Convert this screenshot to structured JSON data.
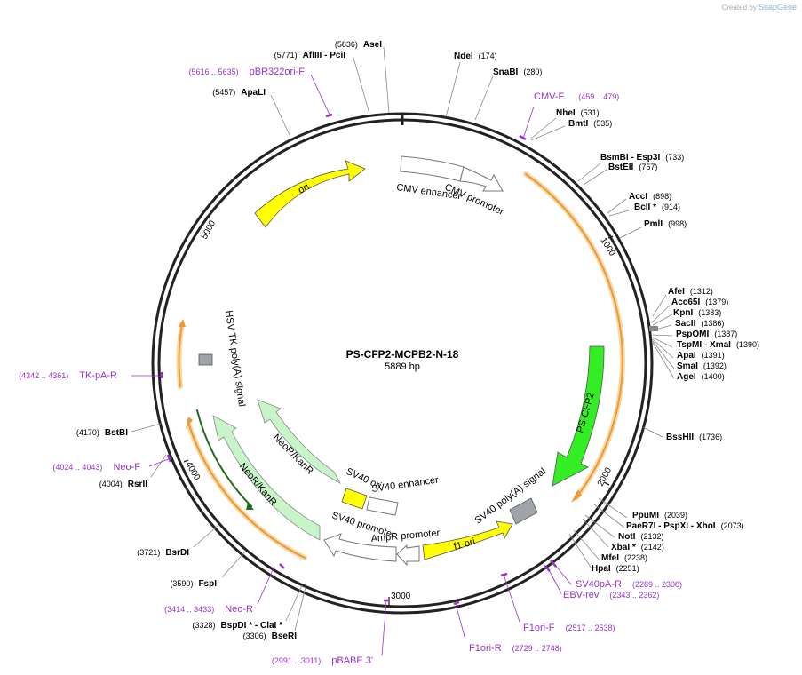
{
  "watermark": {
    "prefix": "Created by",
    "brand": "SnapGene"
  },
  "plasmid": {
    "name": "PS-CFP2-MCPB2-N-18",
    "length_label": "5889 bp",
    "length": 5889
  },
  "ticks": [
    {
      "pos": 1000,
      "label": "1000"
    },
    {
      "pos": 2000,
      "label": "2000"
    },
    {
      "pos": 3000,
      "label": "3000"
    },
    {
      "pos": 4000,
      "label": "4000"
    },
    {
      "pos": 5000,
      "label": "5000"
    }
  ],
  "enzymes": [
    {
      "name": "NdeI",
      "pos": "(174)"
    },
    {
      "name": "SnaBI",
      "pos": "(280)"
    },
    {
      "name": "NheI",
      "pos": "(531)"
    },
    {
      "name": "BmtI",
      "pos": "(535)"
    },
    {
      "name": "BsmBI - Esp3I",
      "pos": "(733)"
    },
    {
      "name": "BstEII",
      "pos": "(757)"
    },
    {
      "name": "AccI",
      "pos": "(898)"
    },
    {
      "name": "BclI *",
      "pos": "(914)"
    },
    {
      "name": "PmlI",
      "pos": "(998)"
    },
    {
      "name": "AfeI",
      "pos": "(1312)"
    },
    {
      "name": "Acc65I",
      "pos": "(1379)"
    },
    {
      "name": "KpnI",
      "pos": "(1383)"
    },
    {
      "name": "SacII",
      "pos": "(1386)"
    },
    {
      "name": "PspOMI",
      "pos": "(1387)"
    },
    {
      "name": "TspMI - XmaI",
      "pos": "(1390)"
    },
    {
      "name": "ApaI",
      "pos": "(1391)"
    },
    {
      "name": "SmaI",
      "pos": "(1392)"
    },
    {
      "name": "AgeI",
      "pos": "(1400)"
    },
    {
      "name": "BssHII",
      "pos": "(1736)"
    },
    {
      "name": "PpuMI",
      "pos": "(2039)"
    },
    {
      "name": "PaeR7I - PspXI - XhoI",
      "pos": "(2073)"
    },
    {
      "name": "NotI",
      "pos": "(2132)"
    },
    {
      "name": "XbaI *",
      "pos": "(2142)"
    },
    {
      "name": "MfeI",
      "pos": "(2238)"
    },
    {
      "name": "HpaI",
      "pos": "(2251)"
    },
    {
      "name": "BseRI",
      "pos": "(3306)"
    },
    {
      "name": "BspDI * - ClaI *",
      "pos": "(3328)"
    },
    {
      "name": "FspI",
      "pos": "(3590)"
    },
    {
      "name": "BsrDI",
      "pos": "(3721)"
    },
    {
      "name": "RsrII",
      "pos": "(4004)"
    },
    {
      "name": "BstBI",
      "pos": "(4170)"
    },
    {
      "name": "ApaLI",
      "pos": "(5457)"
    },
    {
      "name": "AflIII - PciI",
      "pos": "(5771)"
    },
    {
      "name": "AseI",
      "pos": "(5836)"
    }
  ],
  "primers": [
    {
      "name": "CMV-F",
      "range": "(459 .. 479)"
    },
    {
      "name": "SV40pA-R",
      "range": "(2289 .. 2308)"
    },
    {
      "name": "EBV-rev",
      "range": "(2343 .. 2362)"
    },
    {
      "name": "F1ori-F",
      "range": "(2517 .. 2538)"
    },
    {
      "name": "F1ori-R",
      "range": "(2729 .. 2748)"
    },
    {
      "name": "pBABE 3'",
      "range": "(2991 .. 3011)"
    },
    {
      "name": "Neo-R",
      "range": "(3414 .. 3433)"
    },
    {
      "name": "Neo-F",
      "range": "(4024 .. 4043)"
    },
    {
      "name": "TK-pA-R",
      "range": "(4342 .. 4361)"
    },
    {
      "name": "pBR322ori-F",
      "range": "(5616 .. 5635)"
    }
  ],
  "features": [
    {
      "name": "CMV enhancer"
    },
    {
      "name": "CMV promoter"
    },
    {
      "name": "PS-CFP2"
    },
    {
      "name": "SV40 poly(A) signal"
    },
    {
      "name": "f1 ori"
    },
    {
      "name": "AmpR promoter"
    },
    {
      "name": "SV40 promoter"
    },
    {
      "name": "SV40 enhancer"
    },
    {
      "name": "SV40 ori"
    },
    {
      "name": "NeoR/KanR"
    },
    {
      "name": "HSV TK poly(A) signal"
    },
    {
      "name": "ori"
    }
  ],
  "colors": {
    "backbone": "#222222",
    "enzyme_text": "#000000",
    "primer": "#9933cc",
    "feature_yellow": "#ffff00",
    "feature_cfp": "#33ee22",
    "feature_neo": "#c8f5c8",
    "orf_orange": "#ee9933",
    "feature_gray": "#a0a4a8"
  }
}
